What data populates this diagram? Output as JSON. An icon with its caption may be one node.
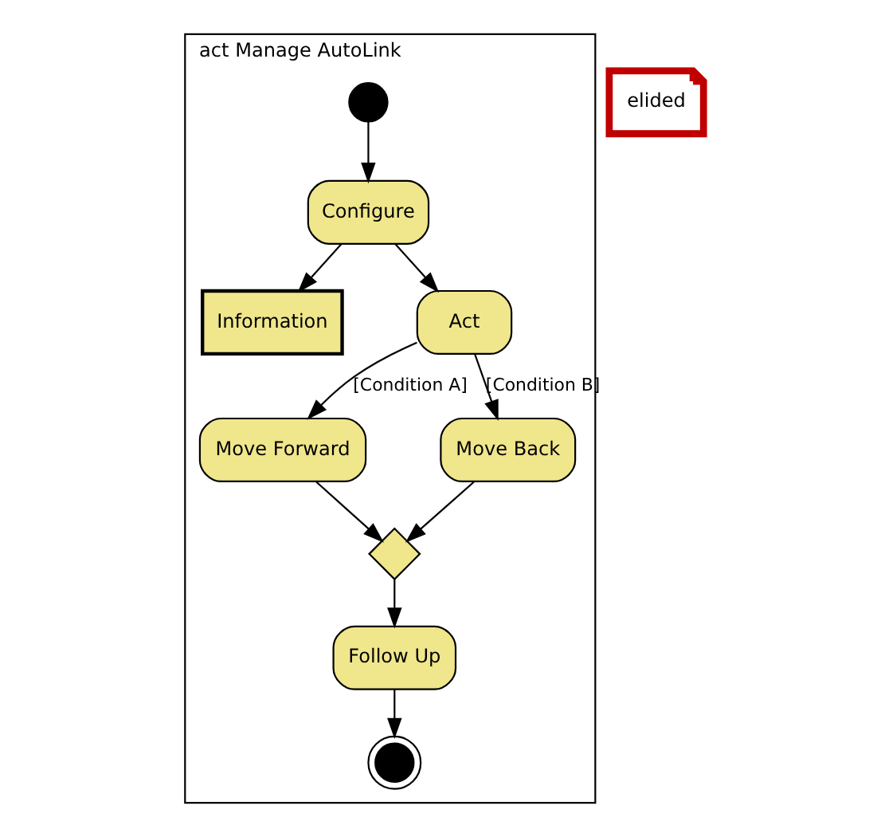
{
  "diagram": {
    "nodes": [
      {
        "text": [
          "act Manage AutoLink"
        ]
      },
      {
        "text": [
          "elided"
        ]
      },
      {
        "text": [],
        "shape": "circle",
        "in": 0
      },
      {
        "text": [
          "Configure"
        ],
        "in": 0
      },
      {
        "text": [
          "Information"
        ],
        "in": 0
      },
      {
        "text": [
          "Act"
        ],
        "in": 0
      },
      {
        "text": [
          "Move Forward"
        ],
        "in": 0
      },
      {
        "text": [
          "Move Back"
        ],
        "in": 0
      },
      {
        "text": [],
        "shape": "diamond",
        "in": 0
      },
      {
        "text": [
          "Follow Up"
        ],
        "in": 0
      },
      {
        "text": [],
        "shape": "circle",
        "in": 0
      }
    ],
    "edges": [
      {
        "from": 2,
        "to": 3,
        "arrow": "to"
      },
      {
        "from": 3,
        "to": 5,
        "arrow": "to"
      },
      {
        "from": 3,
        "to": 4,
        "arrow": "to"
      },
      {
        "from": 5,
        "to": 6,
        "arrow": "to",
        "label": "[Condition A]"
      },
      {
        "from": 5,
        "to": 7,
        "arrow": "to",
        "label": "[Condition B]"
      },
      {
        "from": 6,
        "to": 8,
        "arrow": "to"
      },
      {
        "from": 7,
        "to": 8,
        "arrow": "to"
      },
      {
        "from": 8,
        "to": 9,
        "arrow": "to"
      },
      {
        "from": 9,
        "to": 10,
        "arrow": "to"
      }
    ]
  }
}
